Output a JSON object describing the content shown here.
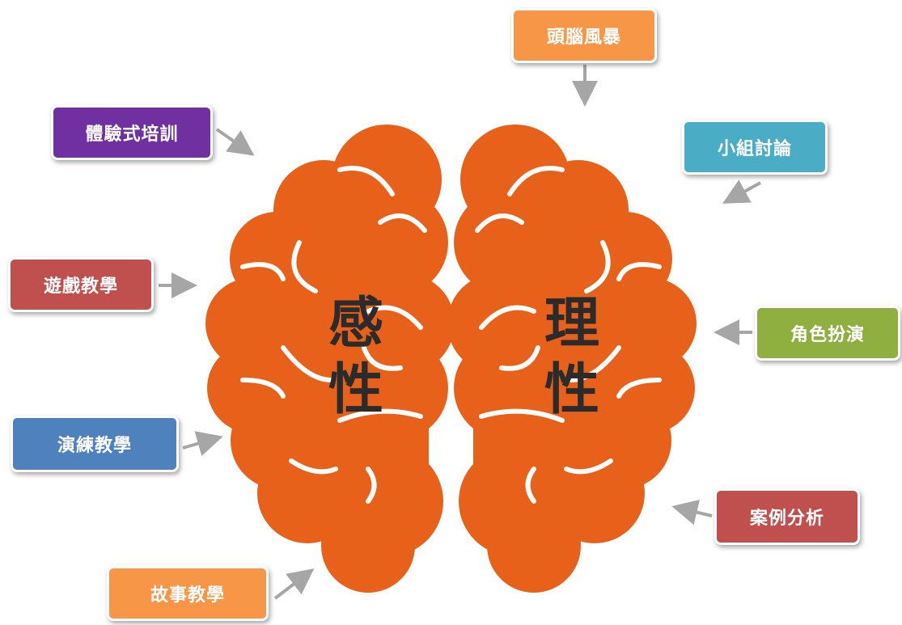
{
  "hemispheres": {
    "left": {
      "label_line1": "感",
      "label_line2": "性"
    },
    "right": {
      "label_line1": "理",
      "label_line2": "性"
    }
  },
  "colors": {
    "brain": "#e8611a",
    "brain_fold": "#ffffff",
    "arrow": "#a6a6a6",
    "text_dark": "#2b2b2b"
  },
  "methods": [
    {
      "id": "brainstorm",
      "label": "頭腦風暴",
      "color": "#f79646"
    },
    {
      "id": "experiential",
      "label": "體驗式培訓",
      "color": "#7030a0"
    },
    {
      "id": "group-discussion",
      "label": "小組討論",
      "color": "#4bacc6"
    },
    {
      "id": "game-teaching",
      "label": "遊戲教學",
      "color": "#c0504d"
    },
    {
      "id": "role-play",
      "label": "角色扮演",
      "color": "#8fb040"
    },
    {
      "id": "drill-teaching",
      "label": "演練教學",
      "color": "#4f81bd"
    },
    {
      "id": "case-analysis",
      "label": "案例分析",
      "color": "#c0504d"
    },
    {
      "id": "story-teaching",
      "label": "故事教學",
      "color": "#f79646"
    }
  ]
}
